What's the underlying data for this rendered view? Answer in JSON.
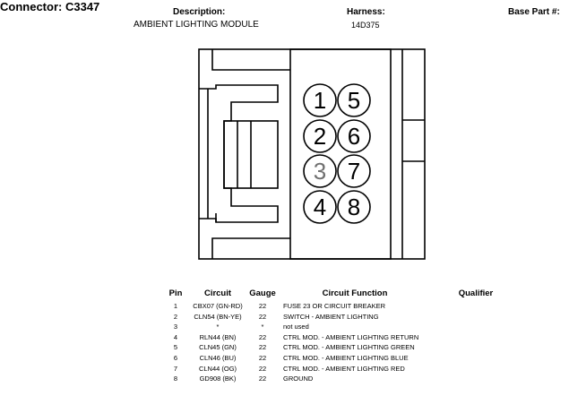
{
  "header": {
    "connector_label": "Connector:",
    "connector_id": "C3347",
    "description_label": "Description:",
    "description_value": "AMBIENT LIGHTING MODULE",
    "harness_label": "Harness:",
    "harness_value": "14D375",
    "base_part_label": "Base Part #:"
  },
  "pins": [
    "1",
    "2",
    "3",
    "4",
    "5",
    "6",
    "7",
    "8"
  ],
  "colors": {
    "pin_unused": "#707070",
    "line": "#000000"
  },
  "table": {
    "headers": {
      "pin": "Pin",
      "circuit": "Circuit",
      "gauge": "Gauge",
      "function": "Circuit Function",
      "qualifier": "Qualifier"
    },
    "rows": [
      {
        "pin": "1",
        "circuit": "CBX07 (GN-RD)",
        "gauge": "22",
        "function": "FUSE 23 OR CIRCUIT BREAKER",
        "qualifier": ""
      },
      {
        "pin": "2",
        "circuit": "CLN54 (BN-YE)",
        "gauge": "22",
        "function": "SWITCH - AMBIENT LIGHTING",
        "qualifier": ""
      },
      {
        "pin": "3",
        "circuit": "*",
        "gauge": "*",
        "function": "not used",
        "qualifier": ""
      },
      {
        "pin": "4",
        "circuit": "RLN44 (BN)",
        "gauge": "22",
        "function": "CTRL MOD. - AMBIENT LIGHTING RETURN",
        "qualifier": ""
      },
      {
        "pin": "5",
        "circuit": "CLN45 (GN)",
        "gauge": "22",
        "function": "CTRL MOD. - AMBIENT LIGHTING GREEN",
        "qualifier": ""
      },
      {
        "pin": "6",
        "circuit": "CLN46 (BU)",
        "gauge": "22",
        "function": "CTRL MOD. - AMBIENT LIGHTING BLUE",
        "qualifier": ""
      },
      {
        "pin": "7",
        "circuit": "CLN44 (OG)",
        "gauge": "22",
        "function": "CTRL MOD. - AMBIENT LIGHTING RED",
        "qualifier": ""
      },
      {
        "pin": "8",
        "circuit": "GD908 (BK)",
        "gauge": "22",
        "function": "GROUND",
        "qualifier": ""
      }
    ]
  }
}
